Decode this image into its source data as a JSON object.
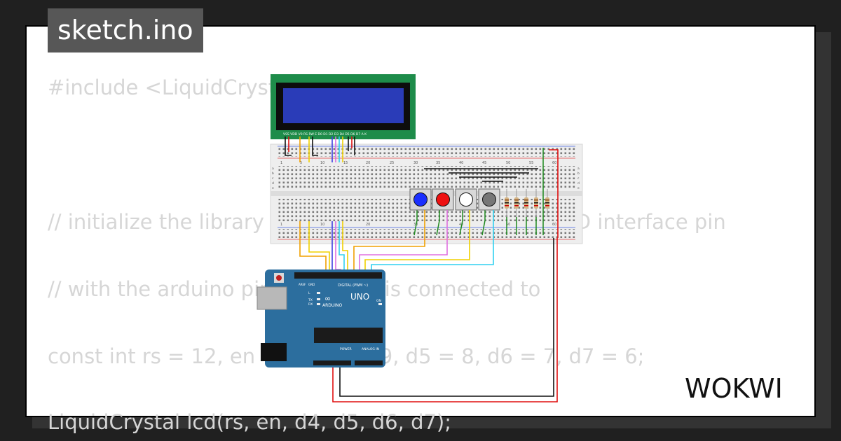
{
  "file_title": "sketch.ino",
  "brand": "WOKWI",
  "code_lines": [
    "#include <LiquidCrystal.h>",
    "// initialize the library by associating any needed LCD interface pin",
    "// with the arduino pin number it is connected to",
    "const int rs = 12, en = 11, d4 = 9, d5 = 8, d6 = 7, d7 = 6;",
    "LiquidCrystal lcd(rs, en, d4, d5, d6, d7);"
  ],
  "lcd": {
    "pin_labels": "VSS VDD V0 RS RW E D0 D1 D2 D3 D4 D5 D6 D7 A K"
  },
  "breadboard": {
    "column_numbers": [
      "1",
      "5",
      "10",
      "15",
      "20",
      "25",
      "30",
      "35",
      "40",
      "45",
      "50",
      "55",
      "60"
    ],
    "row_letters": [
      "a",
      "b",
      "c",
      "d",
      "e"
    ]
  },
  "arduino": {
    "model": "UNO",
    "brand": "ARDUINO",
    "digital_label": "DIGITAL (PWM ~)",
    "power_label": "POWER",
    "analog_label": "ANALOG IN",
    "on_label": "ON",
    "tx_label": "TX",
    "rx_label": "RX",
    "l_label": "L",
    "aref_label": "AREF",
    "gnd_label": "GND"
  },
  "buttons": [
    {
      "name": "blue",
      "color": "#1a2fff"
    },
    {
      "name": "red",
      "color": "#ee1111"
    },
    {
      "name": "white",
      "color": "#ffffff"
    },
    {
      "name": "gray",
      "color": "#777777"
    }
  ],
  "colors": {
    "background": "#202020",
    "title_bg": "#575757",
    "code_text": "#d6d6d6",
    "lcd_pcb": "#1e8c4a",
    "lcd_screen": "#2a3cb8",
    "arduino_board": "#2c6e9e"
  }
}
